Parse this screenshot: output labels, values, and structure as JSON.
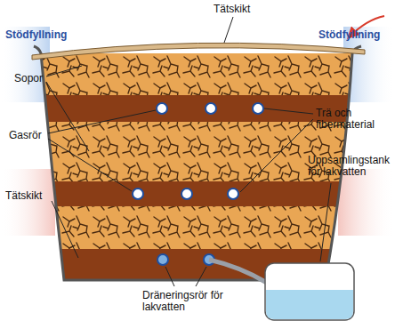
{
  "diagram": {
    "labels": [
      "Tätskikt",
      "Stödfyllning",
      "Stödfyllning",
      "Sopor",
      "Gasrör",
      "Trä och fibermaterial",
      "Tätskikt",
      "Uppsamlingstank för lakvatten",
      "Dräneringsrör för lakvatten"
    ]
  }
}
